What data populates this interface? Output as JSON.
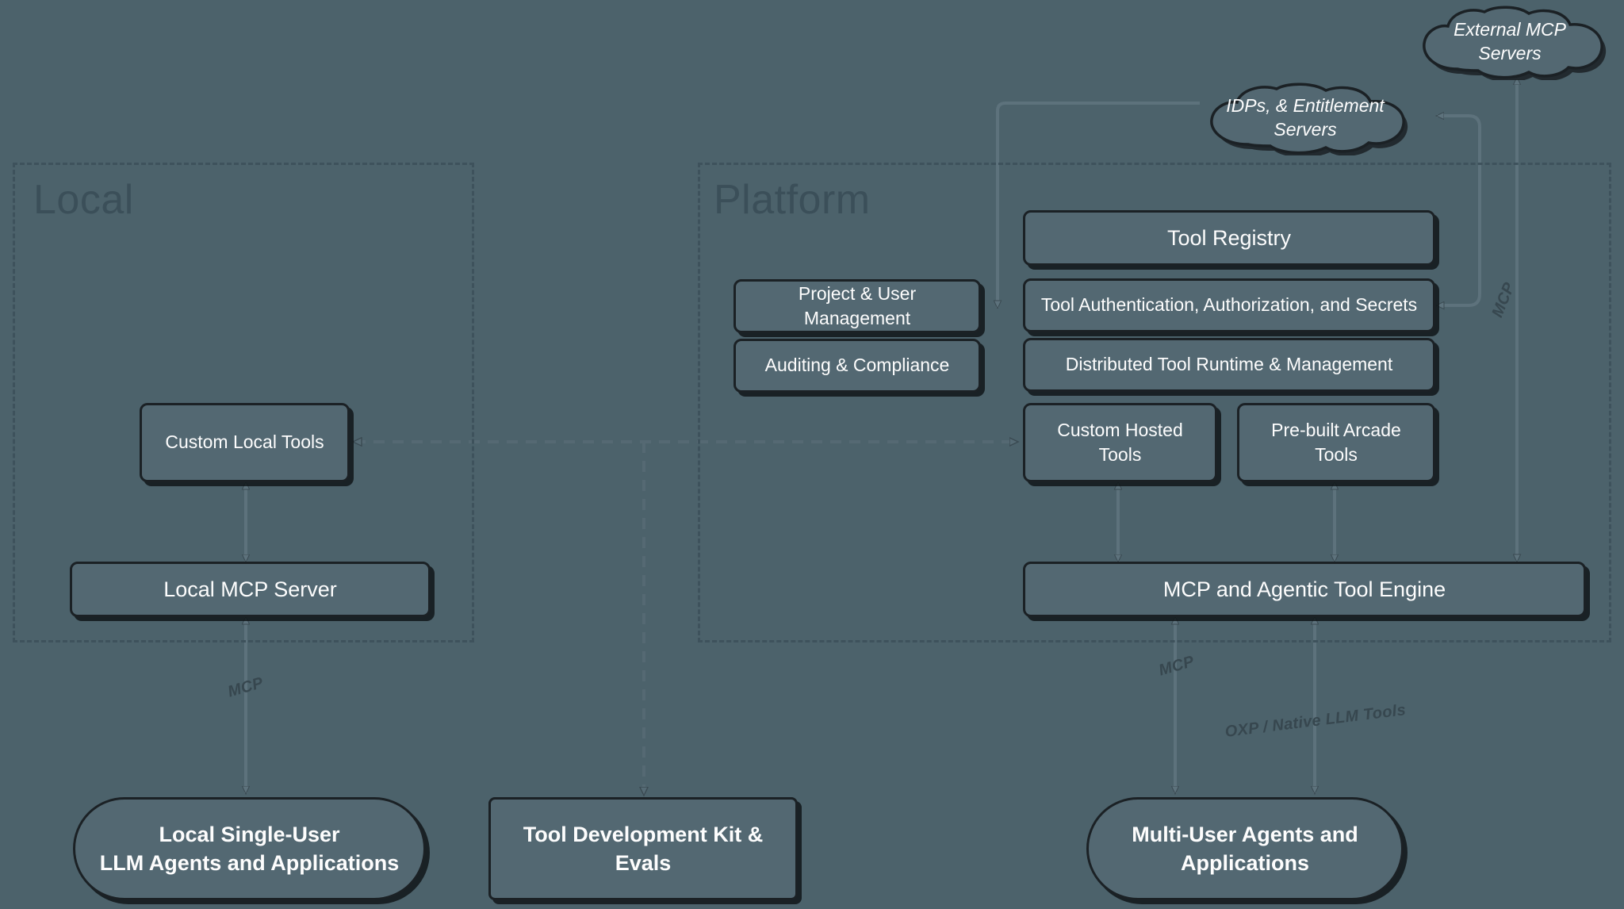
{
  "diagram": {
    "title": "Arcade Tool Platform Architecture",
    "background_color": "#4c626b",
    "node_fill": "#536872",
    "node_border": "#1b2125",
    "group_border": "#3e525c",
    "group_title_color": "#3b4f59",
    "text_color": "#fdfdfd",
    "edge_label_color": "#37474f"
  },
  "groups": [
    {
      "id": "local",
      "title": "Local"
    },
    {
      "id": "platform",
      "title": "Platform"
    }
  ],
  "clouds": [
    {
      "id": "external-mcp-servers",
      "label": "External MCP Servers"
    },
    {
      "id": "idps-entitlement",
      "label": "IDPs, & Entitlement Servers",
      "line1": "IDPs, & Entitlement",
      "line2": "Servers"
    }
  ],
  "nodes": {
    "custom_local_tools": "Custom Local Tools",
    "local_mcp_server": "Local MCP Server",
    "project_user_management": "Project & User Management",
    "auditing_compliance": "Auditing & Compliance",
    "tool_registry": "Tool Registry",
    "tool_auth": "Tool Authentication, Authorization, and Secrets",
    "distributed_runtime": "Distributed Tool Runtime & Management",
    "custom_hosted_tools": "Custom Hosted Tools",
    "prebuilt_arcade_tools": "Pre-built Arcade Tools",
    "mcp_agentic_engine": "MCP and Agentic Tool Engine",
    "local_agents_line1": "Local Single-User",
    "local_agents_line2": "LLM Agents and Applications",
    "tool_dev_kit": "Tool Development Kit & Evals",
    "multi_user_line1": "Multi-User Agents and",
    "multi_user_line2": "Applications"
  },
  "edge_labels": {
    "mcp_local": "MCP",
    "mcp_platform": "MCP",
    "mcp_external": "MCP",
    "oxp_native": "OXP / Native LLM Tools"
  }
}
